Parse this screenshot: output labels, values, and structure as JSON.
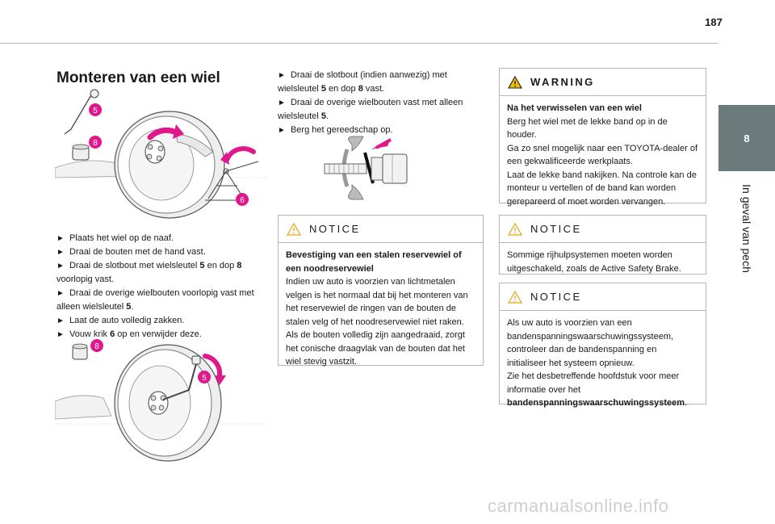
{
  "page": {
    "number": "187",
    "chapter_number": "8",
    "chapter_title": "In geval van pech",
    "watermark": "carmanualsonline.info"
  },
  "colors": {
    "tab": "#6b7a7a",
    "callout": "#e0188c",
    "rule": "#b5b5b5"
  },
  "icons": [
    "warning-triangle-icon"
  ],
  "figures": {
    "fig1_callouts": [
      "5",
      "8",
      "6"
    ],
    "fig2_callouts": [
      "8",
      "5"
    ]
  },
  "title": "Monteren van een wiel",
  "steps_left": [
    {
      "parts": [
        "Plaats het wiel op de naaf."
      ]
    },
    {
      "parts": [
        "Draai de bouten met de hand vast."
      ]
    },
    {
      "parts": [
        "Draai de slotbout met wielsleutel ",
        "5",
        " en dop ",
        "8",
        " voorlopig vast."
      ]
    },
    {
      "parts": [
        "Draai de overige wielbouten voorlopig vast met alleen wielsleutel ",
        "5",
        "."
      ]
    },
    {
      "parts": [
        "Laat de auto volledig zakken."
      ]
    },
    {
      "parts": [
        "Vouw krik ",
        "6",
        " op en verwijder deze."
      ]
    }
  ],
  "steps_middle": [
    {
      "parts": [
        "Draai de slotbout (indien aanwezig) met wielsleutel ",
        "5",
        " en dop ",
        "8",
        " vast."
      ]
    },
    {
      "parts": [
        "Draai de overige wielbouten vast met alleen wielsleutel ",
        "5",
        "."
      ]
    },
    {
      "parts": [
        "Berg het gereedschap op."
      ]
    }
  ],
  "notice_middle": {
    "heading": "NOTICE",
    "bold_title": "Bevestiging van een stalen reservewiel of een noodreservewiel",
    "text": "Indien uw auto is voorzien van lichtmetalen velgen is het normaal dat bij het monteren van het reservewiel de ringen van de bouten de stalen velg of het noodreservewiel niet raken. Als de bouten volledig zijn aangedraaid, zorgt het conische draagvlak van de bouten dat het wiel stevig vastzit."
  },
  "warning_right": {
    "heading": "WARNING",
    "bold_title": "Na het verwisselen van een wiel",
    "lines": [
      "Berg het wiel met de lekke band op in de houder.",
      "Ga zo snel mogelijk naar een TOYOTA-dealer of een gekwalificeerde werkplaats.",
      "Laat de lekke band nakijken. Na controle kan de monteur u vertellen of de band kan worden gerepareerd of moet worden vervangen."
    ]
  },
  "notice_right_1": {
    "heading": "NOTICE",
    "text": "Sommige rijhulpsystemen moeten worden uitgeschakeld, zoals de Active Safety Brake."
  },
  "notice_right_2": {
    "heading": "NOTICE",
    "lines": [
      "Als uw auto is voorzien van een bandenspanningswaarschuwingssysteem, controleer dan de bandenspanning en initialiseer het systeem opnieuw.",
      "Zie het desbetreffende hoofdstuk voor meer informatie over het"
    ],
    "bold_end": "bandenspanningswaarschuwingssysteem",
    "end_punct": "."
  }
}
